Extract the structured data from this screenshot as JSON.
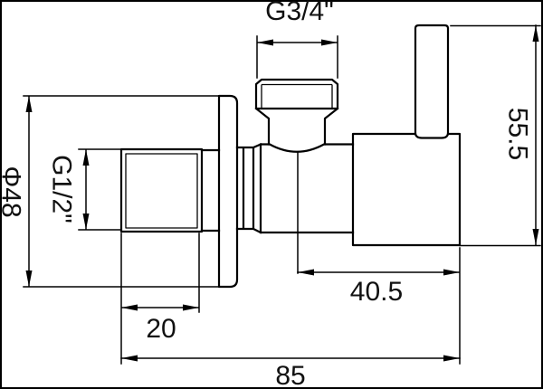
{
  "drawing": {
    "type": "technical-drawing",
    "subject": "angle-valve side view",
    "dimensions": {
      "outlet_thread": "G3/4\"",
      "flange_diameter": "Φ48",
      "inlet_thread": "G1/2\"",
      "stem_height": "55.5",
      "outlet_offset": "40.5",
      "inlet_length": "20",
      "total_length": "85"
    },
    "colors": {
      "line": "#000000",
      "text": "#111111",
      "background": "#ffffff"
    }
  }
}
